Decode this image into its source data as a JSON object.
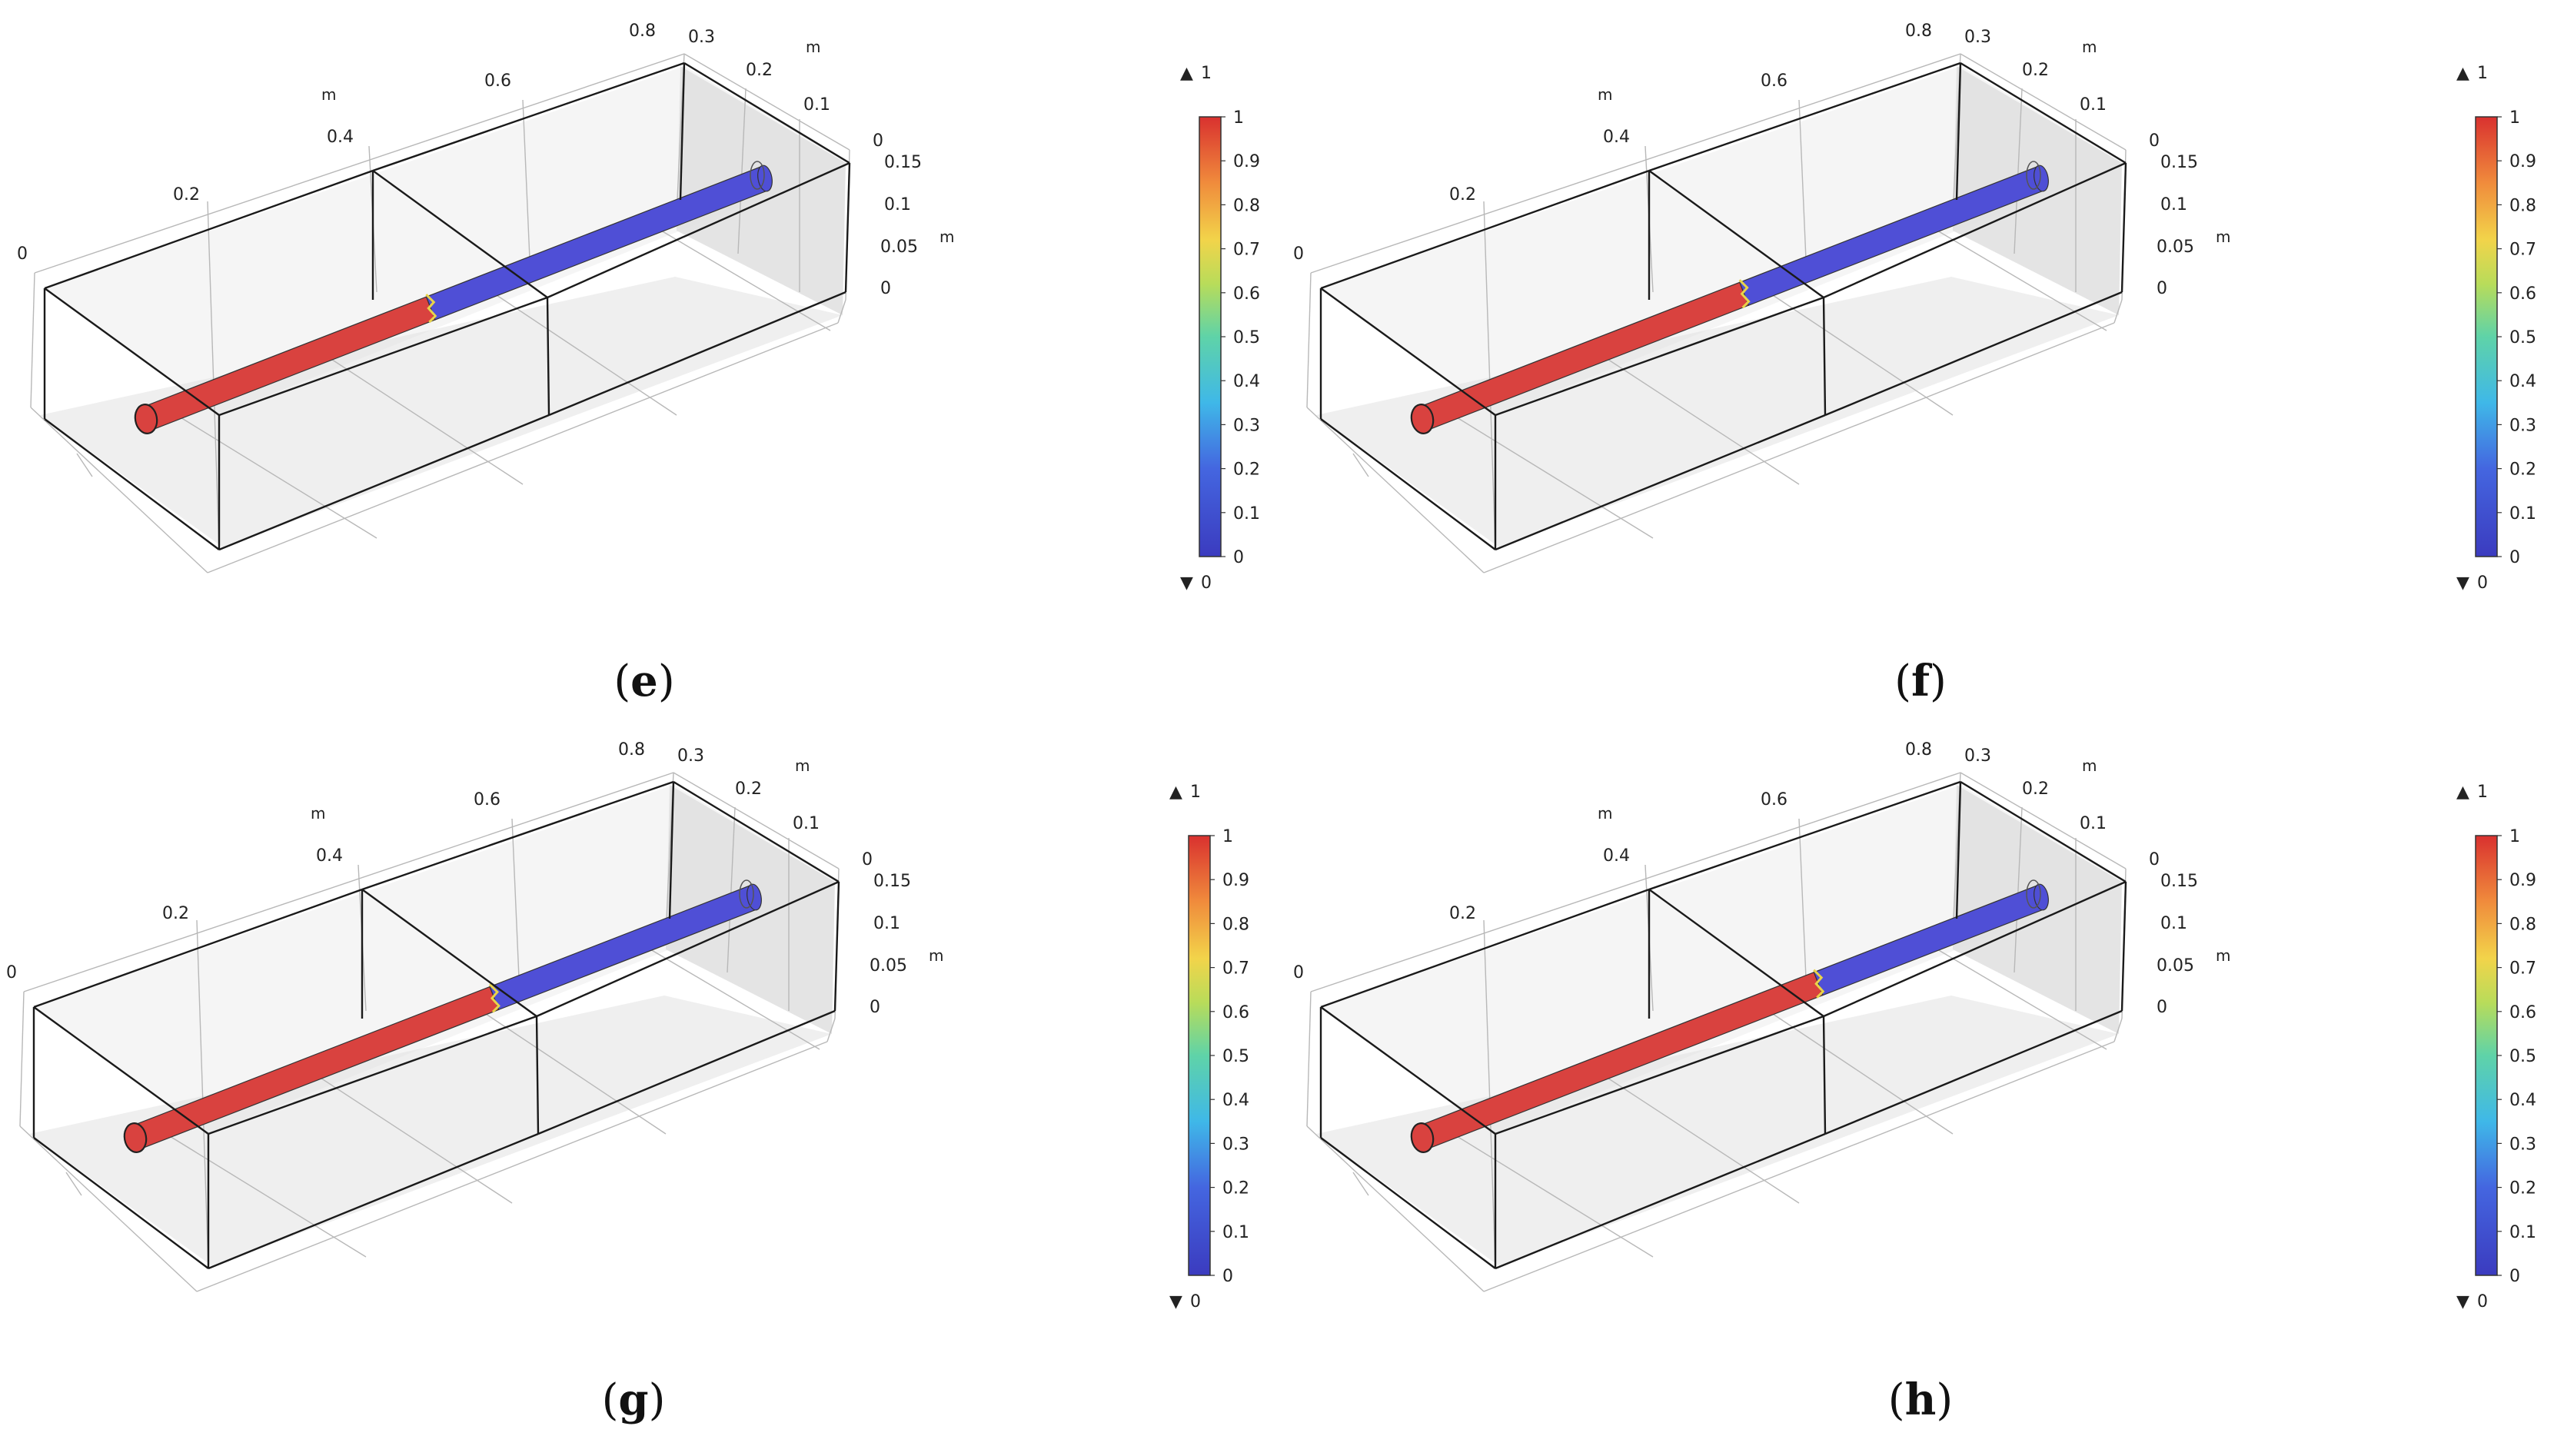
{
  "panels": [
    {
      "id": "e",
      "caption": "e",
      "tube_interface_fraction": 0.46,
      "x_axis": {
        "unit": "m",
        "ticks": [
          "0",
          "0.2",
          "0.4",
          "0.6",
          "0.8"
        ]
      },
      "y_axis": {
        "unit": "m",
        "ticks": [
          "0.3",
          "0.2",
          "0.1",
          "0"
        ]
      },
      "z_axis": {
        "unit": "m",
        "ticks": [
          "0.15",
          "0.1",
          "0.05",
          "0"
        ]
      },
      "colorbar": {
        "max_marker": "1",
        "min_marker": "0",
        "labels": [
          "1",
          "0.9",
          "0.8",
          "0.7",
          "0.6",
          "0.5",
          "0.4",
          "0.3",
          "0.2",
          "0.1",
          "0"
        ]
      }
    },
    {
      "id": "f",
      "caption": "f",
      "tube_interface_fraction": 0.52,
      "x_axis": {
        "unit": "m",
        "ticks": [
          "0",
          "0.2",
          "0.4",
          "0.6",
          "0.8"
        ]
      },
      "y_axis": {
        "unit": "m",
        "ticks": [
          "0.3",
          "0.2",
          "0.1",
          "0"
        ]
      },
      "z_axis": {
        "unit": "m",
        "ticks": [
          "0.15",
          "0.1",
          "0.05",
          "0"
        ]
      },
      "colorbar": {
        "max_marker": "1",
        "min_marker": "0",
        "labels": [
          "1",
          "0.9",
          "0.8",
          "0.7",
          "0.6",
          "0.5",
          "0.4",
          "0.3",
          "0.2",
          "0.1",
          "0"
        ]
      }
    },
    {
      "id": "g",
      "caption": "g",
      "tube_interface_fraction": 0.58,
      "x_axis": {
        "unit": "m",
        "ticks": [
          "0",
          "0.2",
          "0.4",
          "0.6",
          "0.8"
        ]
      },
      "y_axis": {
        "unit": "m",
        "ticks": [
          "0.3",
          "0.2",
          "0.1",
          "0"
        ]
      },
      "z_axis": {
        "unit": "m",
        "ticks": [
          "0.15",
          "0.1",
          "0.05",
          "0"
        ]
      },
      "colorbar": {
        "max_marker": "1",
        "min_marker": "0",
        "labels": [
          "1",
          "0.9",
          "0.8",
          "0.7",
          "0.6",
          "0.5",
          "0.4",
          "0.3",
          "0.2",
          "0.1",
          "0"
        ]
      }
    },
    {
      "id": "h",
      "caption": "h",
      "tube_interface_fraction": 0.64,
      "x_axis": {
        "unit": "m",
        "ticks": [
          "0",
          "0.2",
          "0.4",
          "0.6",
          "0.8"
        ]
      },
      "y_axis": {
        "unit": "m",
        "ticks": [
          "0.3",
          "0.2",
          "0.1",
          "0"
        ]
      },
      "z_axis": {
        "unit": "m",
        "ticks": [
          "0.15",
          "0.1",
          "0.05",
          "0"
        ]
      },
      "colorbar": {
        "max_marker": "1",
        "min_marker": "0",
        "labels": [
          "1",
          "0.9",
          "0.8",
          "0.7",
          "0.6",
          "0.5",
          "0.4",
          "0.3",
          "0.2",
          "0.1",
          "0"
        ]
      }
    }
  ],
  "colors": {
    "tube_red": "#d9423f",
    "tube_blue": "#4f4fd6",
    "frame": "#1a1a1a",
    "grid": "#b8b8b8",
    "shade": "#e1e1e1"
  }
}
